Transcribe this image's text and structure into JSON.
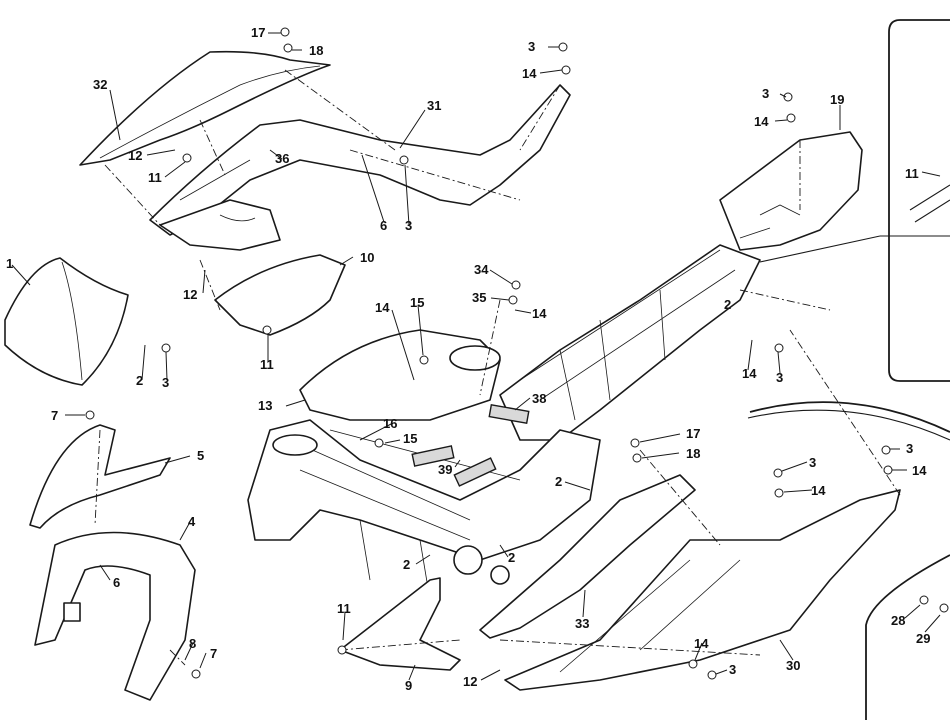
{
  "diagram": {
    "line_color": "#1a1a1a",
    "background": "#ffffff",
    "callouts": [
      {
        "id": "c17a",
        "text": "17"
      },
      {
        "id": "c18a",
        "text": "18"
      },
      {
        "id": "c32",
        "text": "32"
      },
      {
        "id": "c12a",
        "text": "12"
      },
      {
        "id": "c11a",
        "text": "11"
      },
      {
        "id": "c36",
        "text": "36"
      },
      {
        "id": "c31",
        "text": "31"
      },
      {
        "id": "c6a",
        "text": "6"
      },
      {
        "id": "c3a",
        "text": "3"
      },
      {
        "id": "c3b",
        "text": "3"
      },
      {
        "id": "c14a",
        "text": "14"
      },
      {
        "id": "c3c",
        "text": "3"
      },
      {
        "id": "c14b",
        "text": "14"
      },
      {
        "id": "c19",
        "text": "19"
      },
      {
        "id": "c11b",
        "text": "11"
      },
      {
        "id": "c1",
        "text": "1"
      },
      {
        "id": "c12b",
        "text": "12"
      },
      {
        "id": "c10",
        "text": "10"
      },
      {
        "id": "c11c",
        "text": "11"
      },
      {
        "id": "c2a",
        "text": "2"
      },
      {
        "id": "c3d",
        "text": "3"
      },
      {
        "id": "c34",
        "text": "34"
      },
      {
        "id": "c35",
        "text": "35"
      },
      {
        "id": "c14c",
        "text": "14"
      },
      {
        "id": "c14d",
        "text": "14"
      },
      {
        "id": "c15a",
        "text": "15"
      },
      {
        "id": "c2b",
        "text": "2"
      },
      {
        "id": "c14e",
        "text": "14"
      },
      {
        "id": "c3e",
        "text": "3"
      },
      {
        "id": "c13",
        "text": "13"
      },
      {
        "id": "c38",
        "text": "38"
      },
      {
        "id": "c16",
        "text": "16"
      },
      {
        "id": "c15b",
        "text": "15"
      },
      {
        "id": "c39",
        "text": "39"
      },
      {
        "id": "c17b",
        "text": "17"
      },
      {
        "id": "c18b",
        "text": "18"
      },
      {
        "id": "c3f",
        "text": "3"
      },
      {
        "id": "c14f",
        "text": "14"
      },
      {
        "id": "c3g",
        "text": "3"
      },
      {
        "id": "c14g",
        "text": "14"
      },
      {
        "id": "c7a",
        "text": "7"
      },
      {
        "id": "c5",
        "text": "5"
      },
      {
        "id": "c4",
        "text": "4"
      },
      {
        "id": "c6b",
        "text": "6"
      },
      {
        "id": "c2c",
        "text": "2"
      },
      {
        "id": "c2d",
        "text": "2"
      },
      {
        "id": "c2e",
        "text": "2"
      },
      {
        "id": "c33",
        "text": "33"
      },
      {
        "id": "c11d",
        "text": "11"
      },
      {
        "id": "c8",
        "text": "8"
      },
      {
        "id": "c7b",
        "text": "7"
      },
      {
        "id": "c9",
        "text": "9"
      },
      {
        "id": "c12c",
        "text": "12"
      },
      {
        "id": "c14h",
        "text": "14"
      },
      {
        "id": "c3h",
        "text": "3"
      },
      {
        "id": "c30",
        "text": "30"
      },
      {
        "id": "c28",
        "text": "28"
      },
      {
        "id": "c29",
        "text": "29"
      }
    ]
  }
}
